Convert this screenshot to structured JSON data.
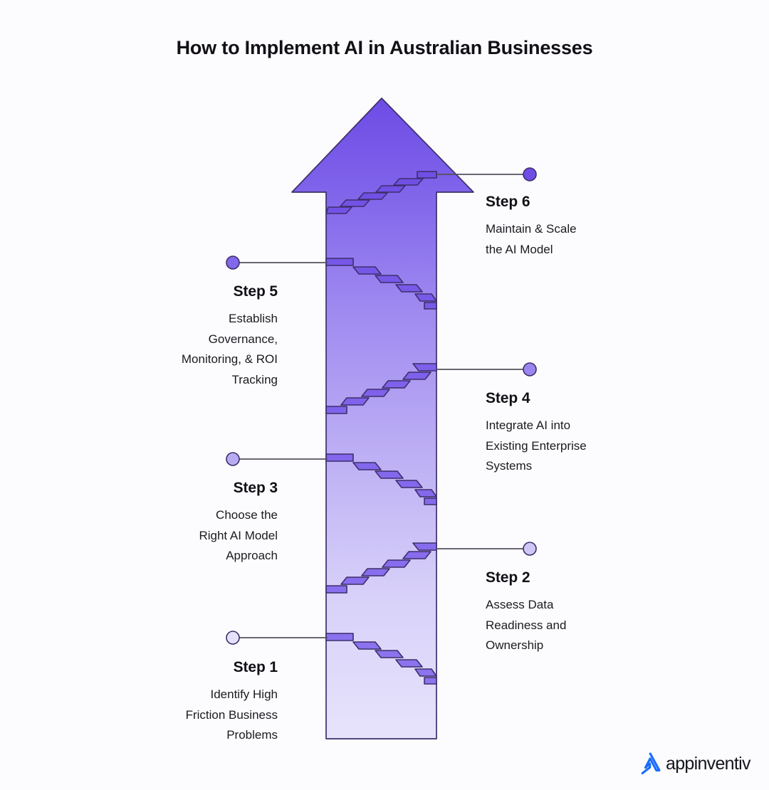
{
  "title": "How to Implement AI in Australian Businesses",
  "background_color": "#fcfcfe",
  "colors": {
    "arrow_top": "#6f4ee6",
    "arrow_bottom": "#e5e1fa",
    "stair_tread": "#7a5ceb",
    "outline": "#3d2f6b",
    "connector_line": "#55525e",
    "text": "#121016"
  },
  "chart_data": {
    "type": "diagram",
    "title": "How to Implement AI in Australian Businesses",
    "shape": "upward-arrow-staircase",
    "step_count": 6,
    "steps": [
      {
        "label": "Step 1",
        "description": "Identify High Friction Business Problems",
        "side": "left",
        "dot_color": "#e5e1fa"
      },
      {
        "label": "Step 2",
        "description": "Assess Data Readiness and Ownership",
        "side": "right",
        "dot_color": "#cfc6f6"
      },
      {
        "label": "Step 3",
        "description": "Choose the Right AI Model Approach",
        "side": "left",
        "dot_color": "#b9abf2"
      },
      {
        "label": "Step 4",
        "description": "Integrate AI into Existing Enterprise Systems",
        "side": "right",
        "dot_color": "#9b86ef"
      },
      {
        "label": "Step 5",
        "description": "Establish Governance, Monitoring, & ROI Tracking",
        "side": "left",
        "dot_color": "#8268ea"
      },
      {
        "label": "Step 6",
        "description": "Maintain &  Scale the AI Model",
        "side": "right",
        "dot_color": "#6f4ee6"
      }
    ]
  },
  "steps": [
    {
      "label": "Step 1",
      "desc_lines": [
        "Identify High",
        "Friction Business",
        "Problems"
      ],
      "description": "Identify High Friction Business Problems"
    },
    {
      "label": "Step 2",
      "desc_lines": [
        "Assess Data",
        "Readiness and",
        "Ownership"
      ],
      "description": "Assess Data Readiness and Ownership"
    },
    {
      "label": "Step 3",
      "desc_lines": [
        "Choose the",
        "Right AI Model",
        "Approach"
      ],
      "description": "Choose the Right AI Model Approach"
    },
    {
      "label": "Step 4",
      "desc_lines": [
        "Integrate AI into",
        "Existing Enterprise",
        "Systems"
      ],
      "description": "Integrate AI into Existing Enterprise Systems"
    },
    {
      "label": "Step 5",
      "desc_lines": [
        "Establish",
        "Governance,",
        "Monitoring, & ROI",
        "Tracking"
      ],
      "description": "Establish Governance, Monitoring, & ROI Tracking"
    },
    {
      "label": "Step 6",
      "desc_lines": [
        "Maintain &  Scale",
        "the AI Model"
      ],
      "description": "Maintain &  Scale the AI Model"
    }
  ],
  "logo": {
    "word": "appinventiv",
    "mark": "appinventiv-a-mark",
    "mark_color": "#1a6dfa"
  }
}
